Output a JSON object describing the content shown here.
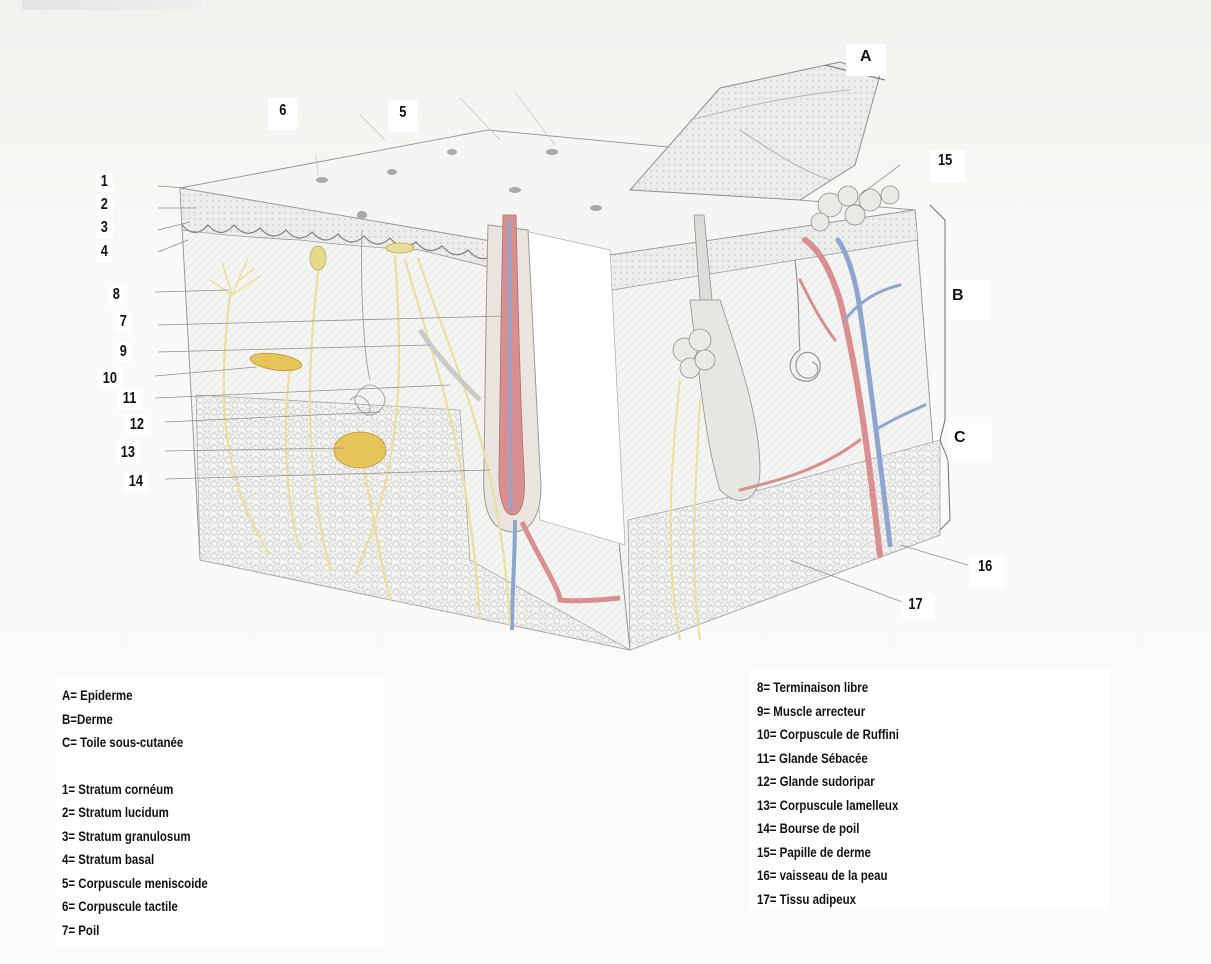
{
  "diagram": {
    "colors": {
      "tissue_fill": "#f1f1ef",
      "fat_cells": "#c9c9c6",
      "artery": "#d98f8f",
      "vein": "#8ea6cf",
      "nerve": "#ebe6a6",
      "receptor": "#e6c45a",
      "outline": "#8c8c8c"
    },
    "left_labels": [
      {
        "id": "1",
        "text": "1"
      },
      {
        "id": "2",
        "text": "2"
      },
      {
        "id": "3",
        "text": "3"
      },
      {
        "id": "4",
        "text": "4"
      },
      {
        "id": "8",
        "text": "8"
      },
      {
        "id": "7",
        "text": "7"
      },
      {
        "id": "9",
        "text": "9"
      },
      {
        "id": "10",
        "text": "10"
      },
      {
        "id": "11",
        "text": "11"
      },
      {
        "id": "12",
        "text": "12"
      },
      {
        "id": "13",
        "text": "13"
      },
      {
        "id": "14",
        "text": "14"
      }
    ],
    "top_labels": [
      {
        "id": "6",
        "text": "6"
      },
      {
        "id": "5",
        "text": "5"
      }
    ],
    "right_labels": [
      {
        "id": "15",
        "text": "15"
      },
      {
        "id": "16",
        "text": "16"
      },
      {
        "id": "17",
        "text": "17"
      }
    ],
    "layer_letters": [
      {
        "id": "A",
        "text": "A"
      },
      {
        "id": "B",
        "text": "B"
      },
      {
        "id": "C",
        "text": "C"
      }
    ]
  },
  "legend_left": {
    "layers": [
      "A= Epiderme",
      "B=Derme",
      "C= Toile sous-cutanée"
    ],
    "items": [
      "1= Stratum cornéum",
      "2= Stratum lucidum",
      "3= Stratum granulosum",
      "4= Stratum basal",
      "5= Corpuscule meniscoide",
      "6= Corpuscule tactile",
      "7= Poil"
    ]
  },
  "legend_right": {
    "items": [
      "8= Terminaison libre",
      "9= Muscle arrecteur",
      "10= Corpuscule de Ruffini",
      "11= Glande Sébacée",
      "12= Glande sudoripar",
      "13= Corpuscule lamelleux",
      "14= Bourse de poil",
      "15= Papille de derme",
      "16= vaisseau de la peau",
      "17= Tissu adipeux"
    ]
  }
}
